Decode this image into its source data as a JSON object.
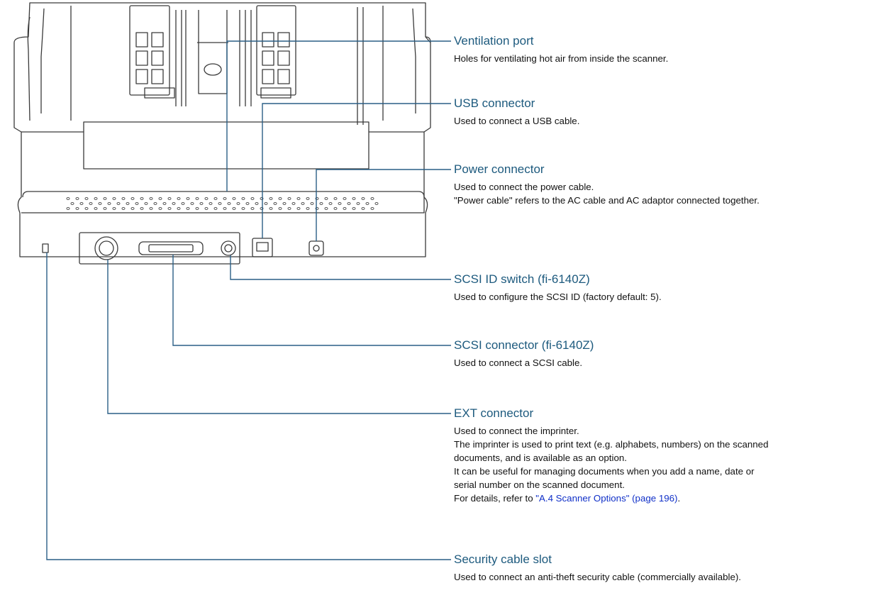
{
  "colors": {
    "title": "#1d5a7e",
    "leader": "#2a5f86",
    "link": "#1030c8",
    "drawing": "#3a3a3a"
  },
  "callouts": [
    {
      "id": "ventilation",
      "title": "Ventilation port",
      "lines": [
        "Holes for ventilating hot air from inside the scanner."
      ]
    },
    {
      "id": "usb",
      "title": "USB connector",
      "lines": [
        "Used to connect a USB cable."
      ]
    },
    {
      "id": "power",
      "title": "Power connector",
      "lines": [
        "Used to connect the power cable.",
        "\"Power cable\" refers to the AC cable and AC adaptor connected together."
      ]
    },
    {
      "id": "scsi-id",
      "title": "SCSI ID switch (fi-6140Z)",
      "lines": [
        "Used to configure the SCSI ID (factory default: 5)."
      ]
    },
    {
      "id": "scsi-connector",
      "title": "SCSI connector (fi-6140Z)",
      "lines": [
        "Used to connect a SCSI cable."
      ]
    },
    {
      "id": "ext",
      "title": "EXT connector",
      "lines": [
        "Used to connect the imprinter.",
        "The imprinter is used to print text (e.g. alphabets, numbers) on the scanned",
        "documents, and is available as an option.",
        "It can be useful for managing documents when you add a name, date or",
        "serial number on the scanned document."
      ],
      "ref_prefix": "For details, refer to ",
      "ref_link": "\"A.4 Scanner Options\" (page 196)",
      "ref_suffix": "."
    },
    {
      "id": "security",
      "title": "Security cable slot",
      "lines": [
        "Used to connect an anti-theft security cable (commercially available)."
      ]
    }
  ]
}
